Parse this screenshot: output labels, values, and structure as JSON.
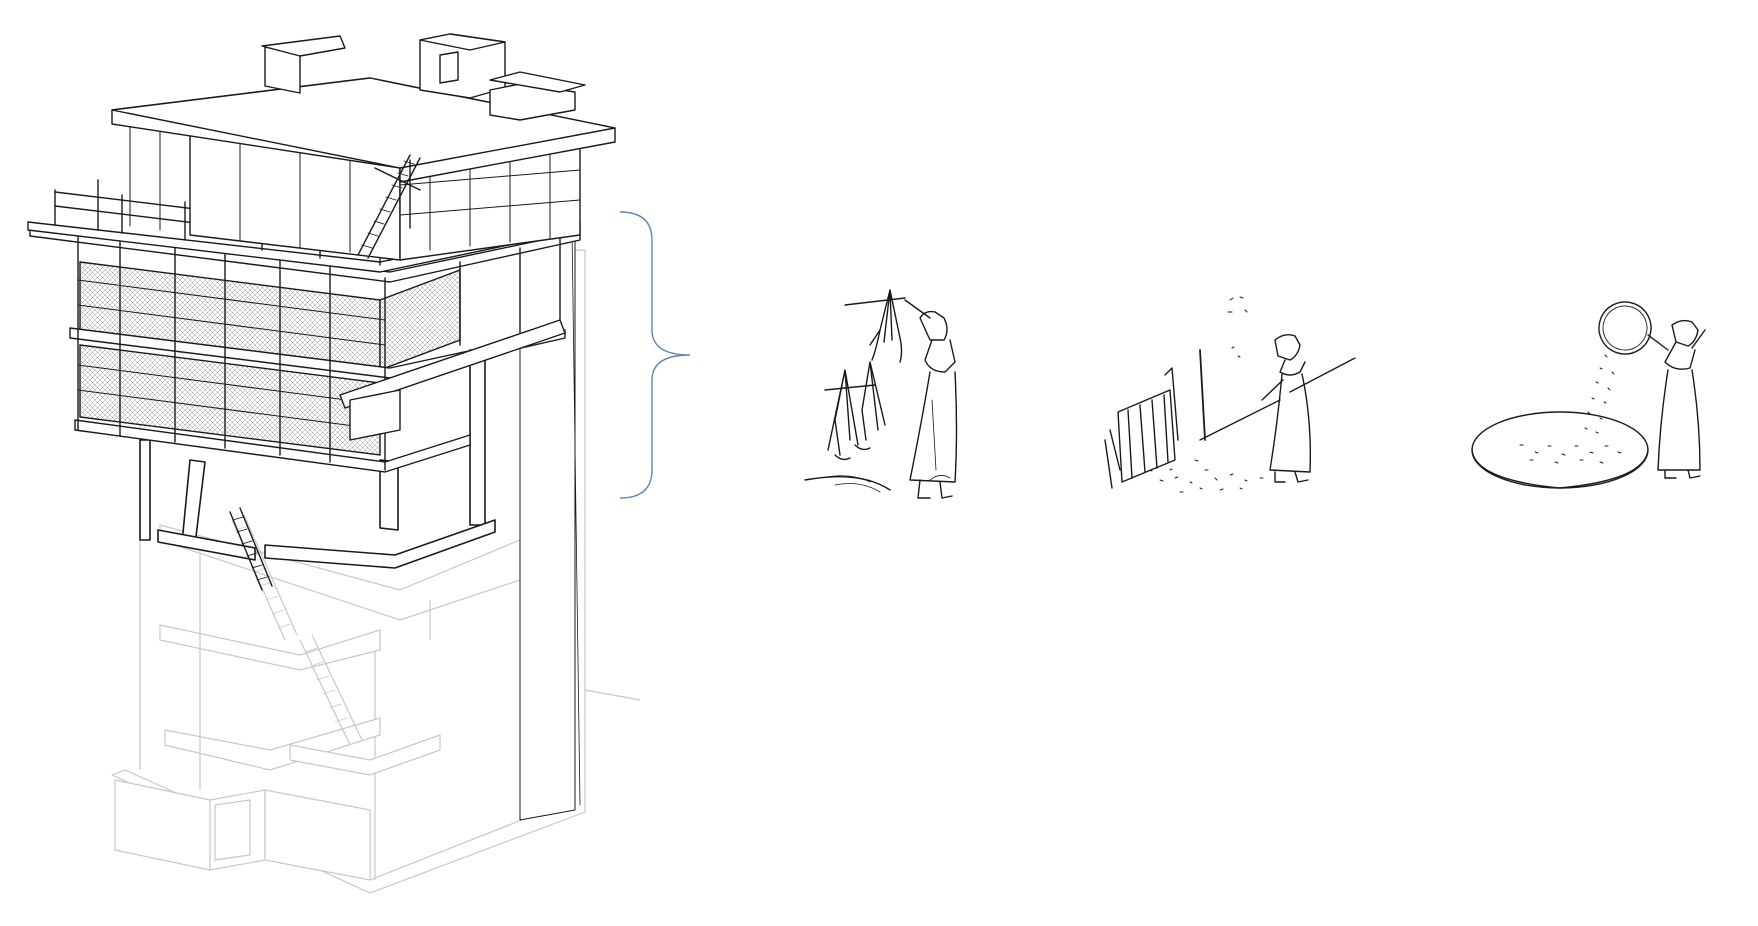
{
  "figure": {
    "description_visible_text": "",
    "brace_color": "#5f86b4",
    "line_color": "#1a1a1a",
    "faded_line_color": "#c8c8c8",
    "background": "#ffffff"
  },
  "panels": [
    {
      "id": "building-axonometric",
      "icon": "building-section-drawing"
    },
    {
      "id": "sketch-hanging-crops",
      "icon": "person-hanging-grain-bundles"
    },
    {
      "id": "sketch-threshing",
      "icon": "person-threshing-grain"
    },
    {
      "id": "sketch-winnowing",
      "icon": "person-winnowing-grain"
    }
  ]
}
